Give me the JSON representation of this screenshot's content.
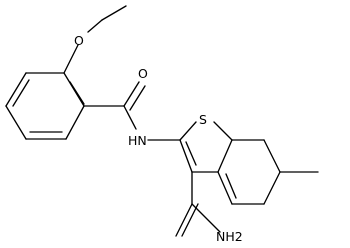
{
  "molecule": {
    "atoms": {
      "ether_oxygen": "O",
      "carbonyl_oxygen": "O",
      "amide_nh": "HN",
      "thiophene_sulfur": "S",
      "amide_nh2": "NH2"
    }
  },
  "colors": {
    "bond": "#000000",
    "label": "#000000",
    "background": "#ffffff"
  }
}
